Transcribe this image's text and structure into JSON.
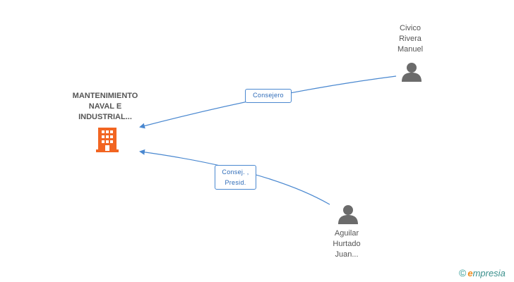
{
  "company": {
    "name_lines": [
      "MANTENIMIENTO",
      "NAVAL E",
      "INDUSTRIAL..."
    ],
    "icon": "building-icon",
    "color": "#f26522"
  },
  "persons": [
    {
      "name_lines": [
        "Civico",
        "Rivera",
        "Manuel"
      ],
      "icon": "person-icon"
    },
    {
      "name_lines": [
        "Aguilar",
        "Hurtado",
        "Juan..."
      ],
      "icon": "person-icon"
    }
  ],
  "relations": [
    {
      "label_lines": [
        "Consejero"
      ]
    },
    {
      "label_lines": [
        "Consej. ,",
        "Presid."
      ]
    }
  ],
  "colors": {
    "edge": "#4a88d0",
    "person_icon": "#6b6b6b",
    "company_icon": "#f26522"
  },
  "brand": {
    "symbol": "©",
    "initial": "e",
    "rest": "mpresia"
  }
}
